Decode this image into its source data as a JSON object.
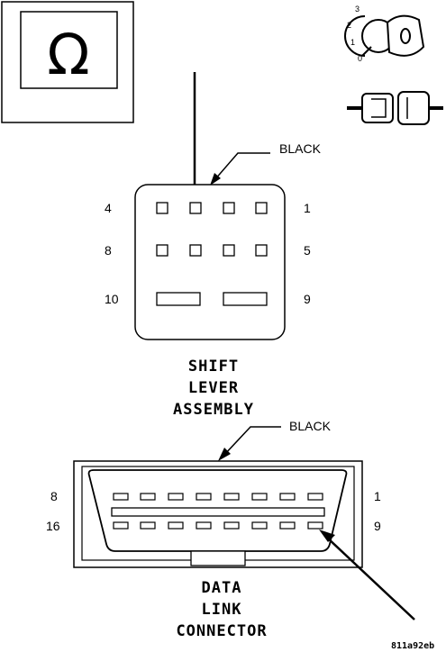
{
  "ohm_symbol": "Ω",
  "ignition_positions": [
    "3",
    "2",
    "1",
    "0"
  ],
  "shift_lever": {
    "title_lines": [
      "SHIFT",
      "LEVER",
      "ASSEMBLY"
    ],
    "wire_color_label": "BLACK",
    "pin_labels": {
      "top_left": "4",
      "top_right": "1",
      "mid_left": "8",
      "mid_right": "5",
      "bot_left": "10",
      "bot_right": "9"
    }
  },
  "data_link": {
    "title_lines": [
      "DATA",
      "LINK",
      "CONNECTOR"
    ],
    "wire_color_label": "BLACK",
    "pin_labels": {
      "top_left": "8",
      "top_right": "1",
      "bot_left": "16",
      "bot_right": "9"
    }
  },
  "figure_ref": "811a92eb"
}
